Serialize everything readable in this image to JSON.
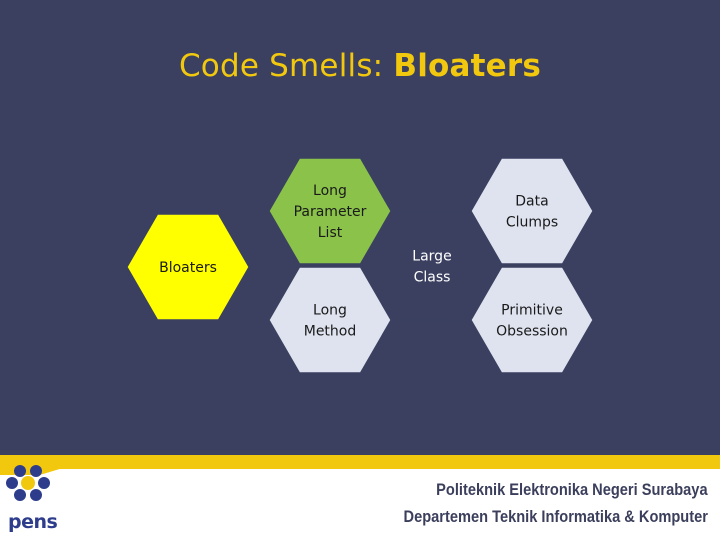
{
  "slide": {
    "title_prefix": "Code Smells: ",
    "title_bold": "Bloaters"
  },
  "diagram": {
    "center": {
      "label": "Bloaters",
      "color": "#ffff00"
    },
    "nodes": [
      {
        "id": "long-parameter-list",
        "lines": [
          "Long",
          "Parameter",
          "List"
        ],
        "color": "#8bc34a"
      },
      {
        "id": "long-method",
        "lines": [
          "Long",
          "Method"
        ],
        "color": "#dfe3ef"
      },
      {
        "id": "large-class",
        "lines": [
          "Large",
          "Class"
        ],
        "color": "#3b4061"
      },
      {
        "id": "data-clumps",
        "lines": [
          "Data",
          "Clumps"
        ],
        "color": "#dfe3ef"
      },
      {
        "id": "primitive-obsession",
        "lines": [
          "Primitive",
          "Obsession"
        ],
        "color": "#dfe3ef"
      }
    ]
  },
  "footer": {
    "logo_text": "pens",
    "institution_line1": "Politeknik Elektronika Negeri Surabaya",
    "institution_line2": "Departemen Teknik Informatika & Komputer"
  },
  "colors": {
    "background": "#3b4061",
    "title": "#f2c80f",
    "accent_gold": "#f2c80f",
    "hex_border": "#3b4061"
  }
}
